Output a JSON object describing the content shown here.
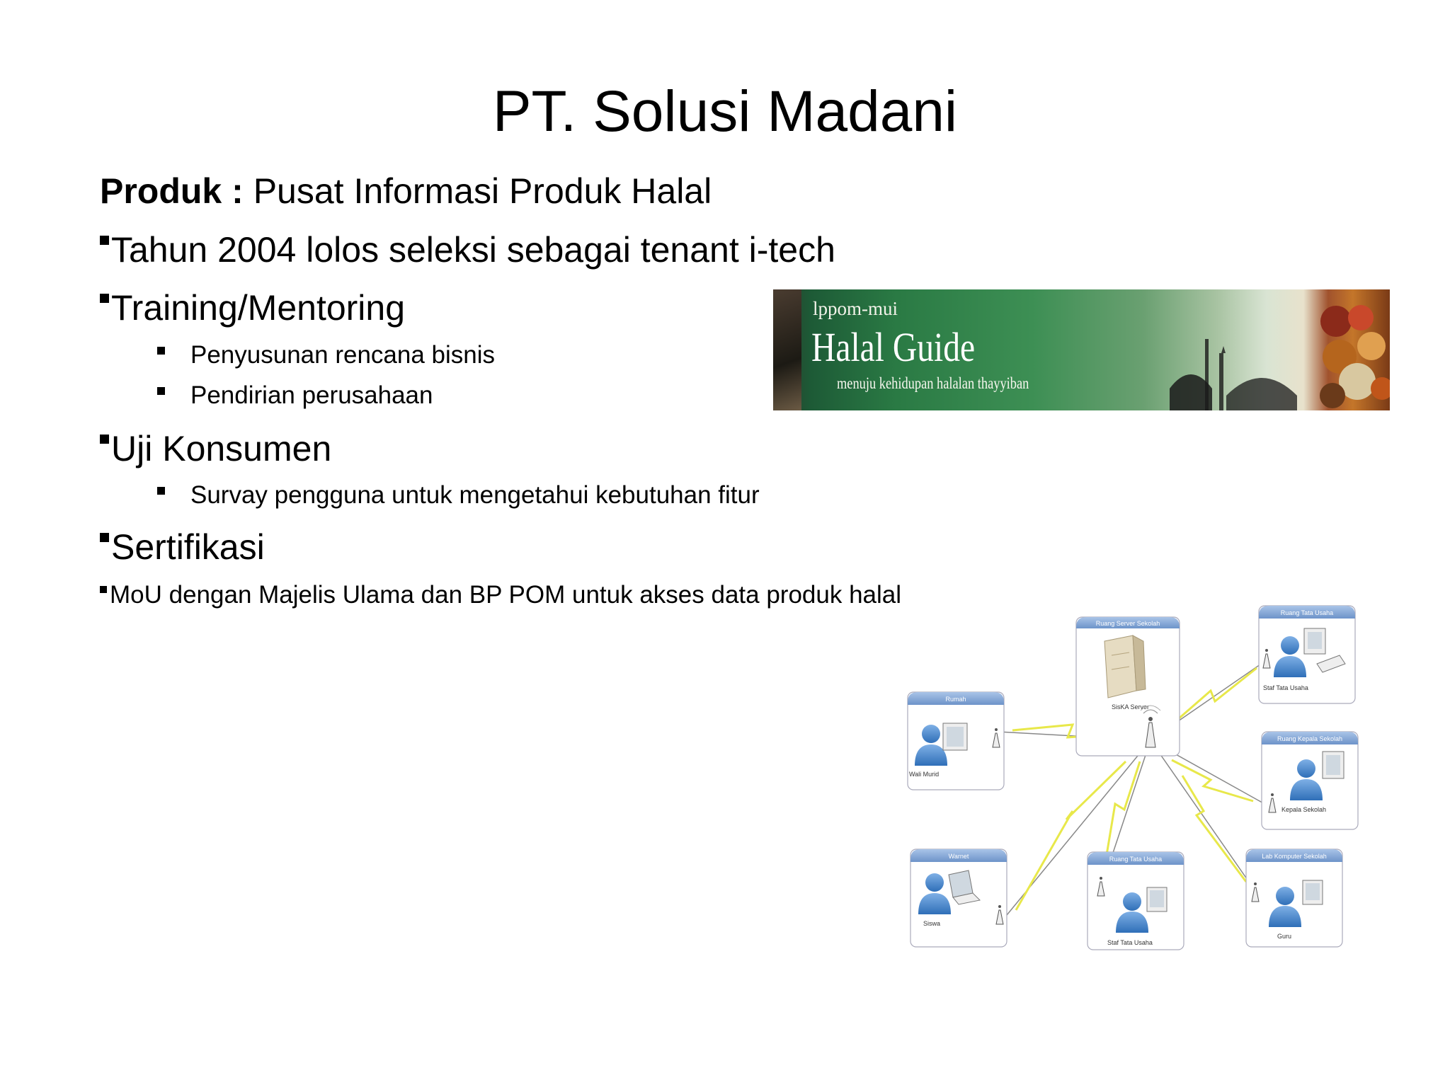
{
  "title": "PT. Solusi Madani",
  "produk": {
    "label": "Produk :",
    "value": "Pusat Informasi Produk Halal"
  },
  "bullets": [
    {
      "text": "Tahun 2004 lolos seleksi sebagai tenant i-tech"
    },
    {
      "text": "Training/Mentoring",
      "sub": [
        "Penyusunan rencana bisnis",
        "Pendirian perusahaan"
      ]
    },
    {
      "text": "Uji Konsumen",
      "sub": [
        "Survay pengguna untuk mengetahui kebutuhan fitur"
      ]
    },
    {
      "text": "Sertifikasi"
    }
  ],
  "mou": "MoU dengan Majelis Ulama dan BP POM untuk akses data produk halal",
  "banner": {
    "small": "lppom-mui",
    "big": "Halal Guide",
    "sub": "menuju kehidupan halalan thayyiban"
  },
  "network": {
    "server": {
      "header": "Ruang Server Sekolah",
      "label": "SisKA Server"
    },
    "nodes": [
      {
        "header": "Rumah",
        "label": "Wali Murid"
      },
      {
        "header": "Ruang Tata Usaha",
        "label": "Staf Tata Usaha"
      },
      {
        "header": "Ruang Kepala Sekolah",
        "label": "Kepala Sekolah"
      },
      {
        "header": "Warnet",
        "label": "Siswa"
      },
      {
        "header": "Ruang Tata Usaha",
        "label": "Staf Tata Usaha"
      },
      {
        "header": "Lab Komputer Sekolah",
        "label": "Guru"
      }
    ]
  },
  "colors": {
    "header_blue": "#7da3d4",
    "lightning": "#e8e84a",
    "banner_green": "#2a7a44"
  }
}
